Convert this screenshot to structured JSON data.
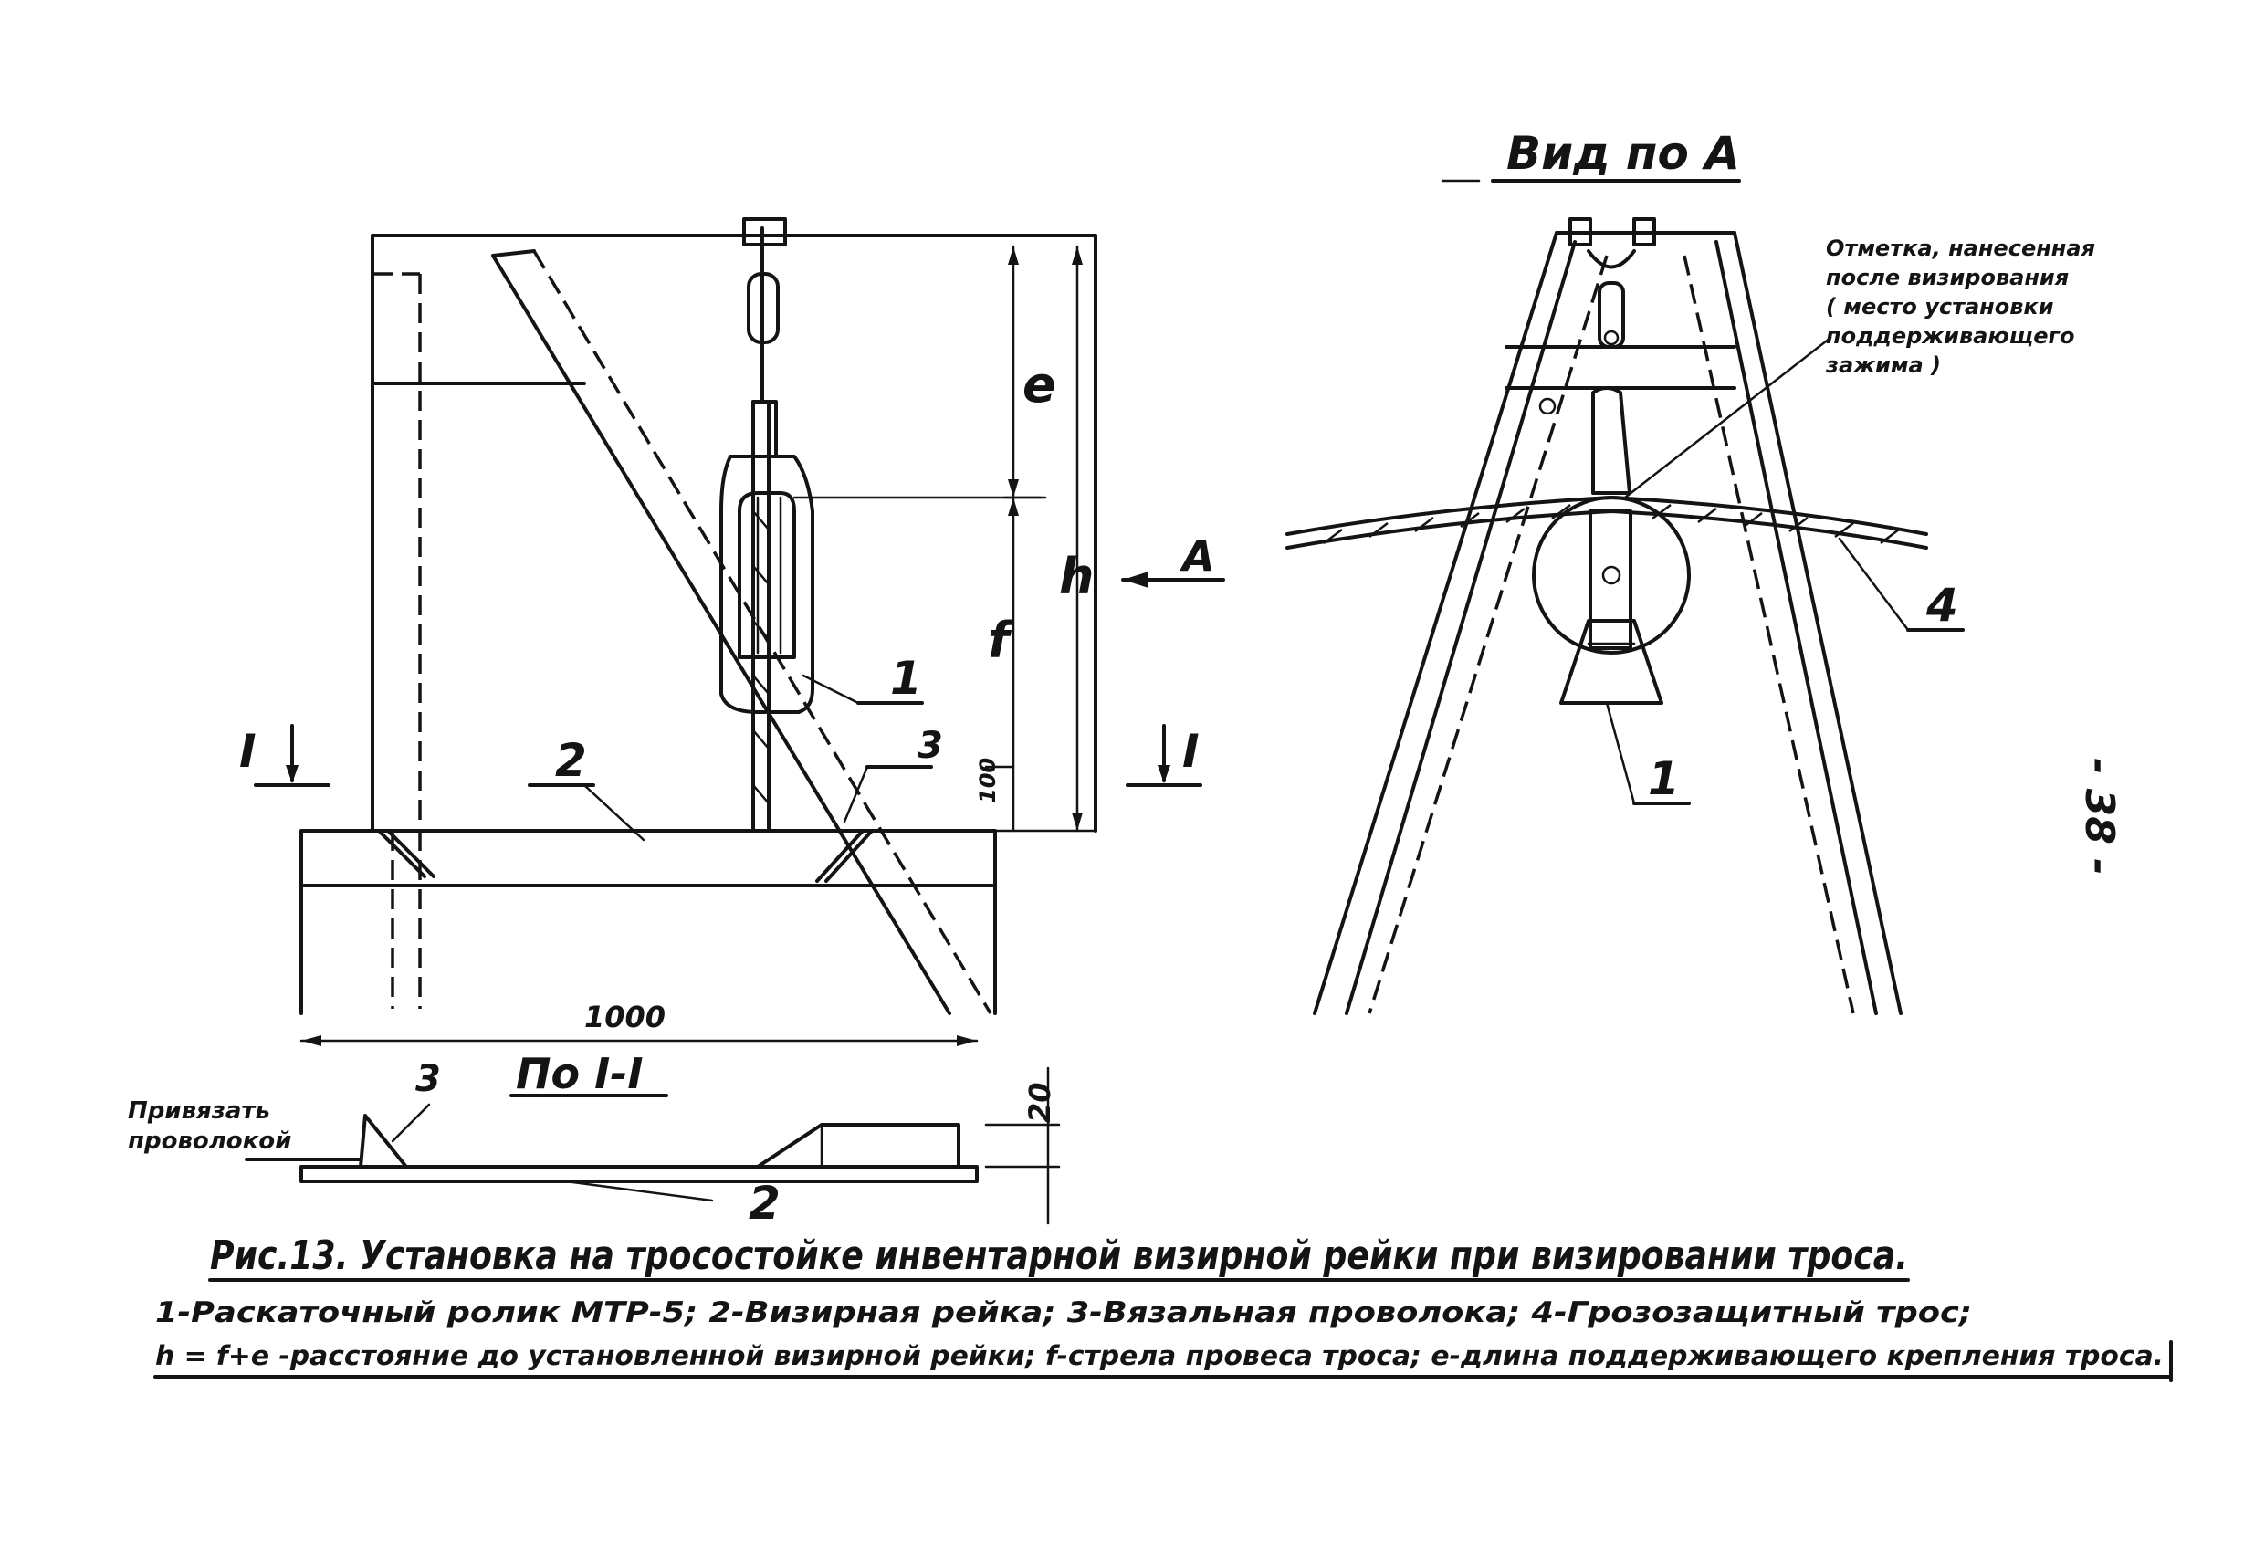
{
  "left_view": {
    "dim_e": "e",
    "dim_h": "h",
    "dim_f": "f",
    "dim_100": "100",
    "dim_1000": "1000",
    "arrow_label": "A",
    "section_mark_left": "I",
    "section_mark_right": "I",
    "callout_1": "1",
    "callout_2": "2",
    "callout_3": "3"
  },
  "section_view": {
    "title": "По I-I",
    "note": [
      "Привязать",
      "проволокой"
    ],
    "callout_3": "3",
    "callout_2": "2",
    "dim_20": "20"
  },
  "right_view": {
    "title": "Вид по А",
    "note": [
      "Отметка, нанесенная",
      "после визирования",
      "( место установки",
      "поддерживающего",
      "зажима )"
    ],
    "callout_4": "4",
    "callout_1": "1"
  },
  "page_number": "- 38 -",
  "caption": {
    "title": "Рис.13. Установка на тросостойке инвентарной визирной рейки при визировании троса.",
    "line1": "1-Раскаточный ролик МТР-5; 2-Визирная рейка; 3-Вязальная проволока; 4-Грозозащитный трос;",
    "line2": "h = f+e -расстояние до установленной визирной рейки; f-стрела провеса троса; e-длина поддерживающего крепления троса."
  }
}
